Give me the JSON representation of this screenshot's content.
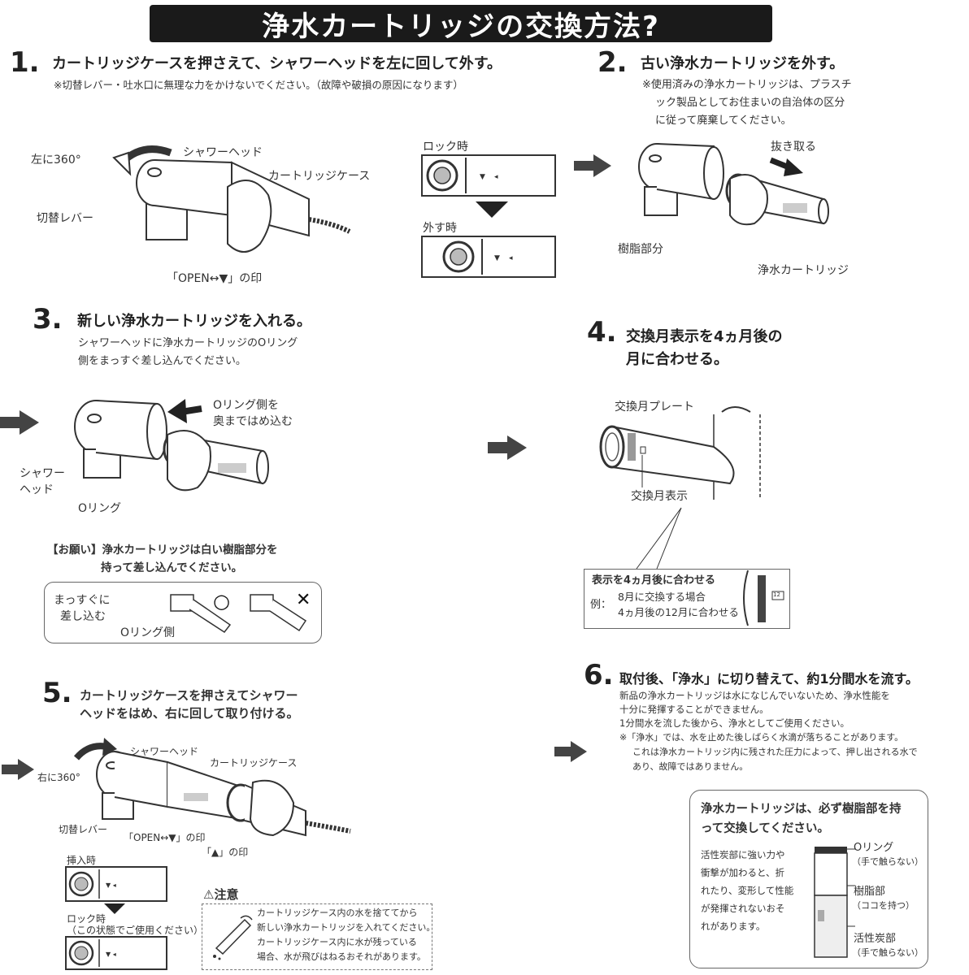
{
  "title": "浄水カートリッジの交換方法?",
  "step1": {
    "num": "1.",
    "head": "カートリッジケースを押さえて、シャワーヘッドを左に回して外す。",
    "note": "※切替レバー・吐水口に無理な力をかけないでください。（故障や破損の原因になります）",
    "label_rotate": "左に360°",
    "label_showerhead": "シャワーヘッド",
    "label_case": "カートリッジケース",
    "label_lever": "切替レバー",
    "label_mark": "「OPEN↔▼」の印",
    "label_lock": "ロック時",
    "label_remove": "外す時"
  },
  "step2": {
    "num": "2.",
    "head": "古い浄水カートリッジを外す。",
    "note1": "※使用済みの浄水カートリッジは、プラスチ",
    "note2": "ック製品としてお住まいの自治体の区分",
    "note3": "に従って廃棄してください。",
    "label_pull": "抜き取る",
    "label_resin": "樹脂部分",
    "label_cartridge": "浄水カートリッジ"
  },
  "step3": {
    "num": "3.",
    "head": "新しい浄水カートリッジを入れる。",
    "note1": "シャワーヘッドに浄水カートリッジのOリング",
    "note2": "側をまっすぐ差し込んでください。",
    "label_oring_side1": "Oリング側を",
    "label_oring_side2": "奥まではめ込む",
    "label_shower1": "シャワー",
    "label_shower2": "ヘッド",
    "label_oring": "Oリング",
    "request1": "【お願い】浄水カートリッジは白い樹脂部分を",
    "request2": "持って差し込んでください。",
    "box_straight1": "まっすぐに",
    "box_straight2": "差し込む",
    "box_oring_side": "Oリング側",
    "good_mark": "○",
    "bad_mark": "✕"
  },
  "step4": {
    "num": "4.",
    "head1": "交換月表示を4ヵ月後の",
    "head2": "月に合わせる。",
    "label_plate": "交換月プレート",
    "label_display": "交換月表示",
    "box_head": "表示を4ヵ月後に合わせる",
    "box_ex_prefix": "例：",
    "box_ex1": "8月に交換する場合",
    "box_ex2": "4ヵ月後の12月に合わせる",
    "plate_num": "12"
  },
  "step5": {
    "num": "5.",
    "head1": "カートリッジケースを押さえてシャワー",
    "head2": "ヘッドをはめ、右に回して取り付ける。",
    "label_rotate": "右に360°",
    "label_showerhead": "シャワーヘッド",
    "label_case": "カートリッジケース",
    "label_lever": "切替レバー",
    "label_mark": "「OPEN↔▼」の印",
    "label_triangle": "「▲」の印",
    "label_insert": "挿入時",
    "label_lock1": "ロック時",
    "label_lock2": "（この状態でご使用ください）",
    "caution_title": "⚠注意",
    "caution1": "カートリッジケース内の水を捨ててから",
    "caution2": "新しい浄水カートリッジを入れてください。",
    "caution3": "カートリッジケース内に水が残っている",
    "caution4": "場合、水が飛びはねるおそれがあります。"
  },
  "step6": {
    "num": "6.",
    "head": "取付後、「浄水」に切り替えて、約1分間水を流す。",
    "note1": "新品の浄水カートリッジは水になじんでいないため、浄水性能を",
    "note2": "十分に発揮することができません。",
    "note3": "1分間水を流した後から、浄水としてご使用ください。",
    "note4": "※「浄水」では、水を止めた後しばらく水滴が落ちることがあります。",
    "note5": "これは浄水カートリッジ内に残された圧力によって、押し出される水で",
    "note6": "あり、故障ではありません。",
    "box_head1": "浄水カートリッジは、必ず樹脂部を持",
    "box_head2": "って交換してください。",
    "box_text1": "活性炭部に強い力や",
    "box_text2": "衝撃が加わると、折",
    "box_text3": "れたり、変形して性能",
    "box_text4": "が発揮されないおそ",
    "box_text5": "れがあります。",
    "label_oring": "Oリング",
    "label_oring_sub": "（手で触らない）",
    "label_resin": "樹脂部",
    "label_resin_sub": "（ココを持つ）",
    "label_carbon": "活性炭部",
    "label_carbon_sub": "（手で触らない）"
  }
}
